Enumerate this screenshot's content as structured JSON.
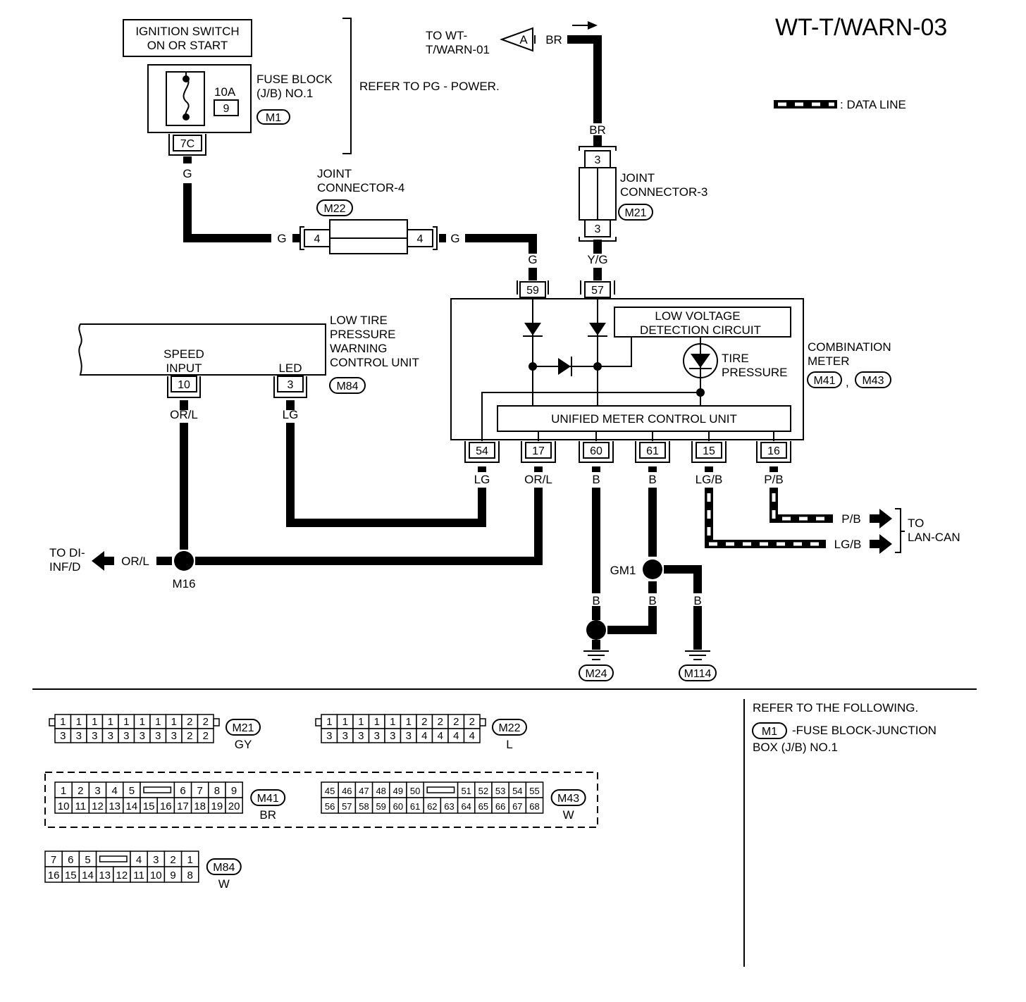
{
  "diagram": {
    "title": "WT-T/WARN-03",
    "legend": {
      "data_line": ": DATA LINE"
    },
    "ignition": {
      "line1": "IGNITION SWITCH",
      "line2": "ON OR START"
    },
    "fuse_block": {
      "label1": "FUSE BLOCK",
      "label2": "(J/B) NO.1",
      "amp": "10A",
      "fuse_no": "9",
      "conn": "M1",
      "pin": "7C"
    },
    "refer_pg": "REFER TO  PG - POWER.",
    "to_warn01": {
      "line1": "TO WT-",
      "line2": "T/WARN-01",
      "letter": "A"
    },
    "joint4": {
      "line1": "JOINT",
      "line2": "CONNECTOR-4",
      "conn": "M22",
      "pin_l": "4",
      "pin_r": "4"
    },
    "joint3": {
      "line1": "JOINT",
      "line2": "CONNECTOR-3",
      "conn": "M21",
      "pin_t": "3",
      "pin_b": "3"
    },
    "ltpw": {
      "line1": "LOW TIRE",
      "line2": "PRESSURE",
      "line3": "WARNING",
      "line4": "CONTROL UNIT",
      "conn": "M84",
      "speed1": "SPEED",
      "speed2": "INPUT",
      "led": "LED",
      "pin_speed": "10",
      "pin_led": "3"
    },
    "meter": {
      "line1": "COMBINATION",
      "line2": "METER",
      "conn1": "M41",
      "sep": ",",
      "conn2": "M43",
      "lvd1": "LOW VOLTAGE",
      "lvd2": "DETECTION CIRCUIT",
      "tp1": "TIRE",
      "tp2": "PRESSURE",
      "umcu": "UNIFIED METER CONTROL UNIT"
    },
    "wires": {
      "G": "G",
      "BR": "BR",
      "YG": "Y/G",
      "ORL": "OR/L",
      "LG": "LG",
      "B": "B",
      "LGB": "LG/B",
      "PB": "P/B"
    },
    "pins": {
      "p59": "59",
      "p57": "57",
      "p54": "54",
      "p17": "17",
      "p60": "60",
      "p61": "61",
      "p15": "15",
      "p16": "16"
    },
    "to_di": {
      "line1": "TO DI-",
      "line2": "INF/D"
    },
    "m16": "M16",
    "gm1": "GM1",
    "to_lan": {
      "line1": "TO",
      "line2": "LAN-CAN"
    },
    "grounds": {
      "g1": "M24",
      "g2": "M114"
    },
    "refer_following": {
      "line1": "REFER TO THE FOLLOWING.",
      "conn": "M1",
      "line2": "-FUSE BLOCK-JUNCTION",
      "line3": "BOX (J/B) NO.1"
    },
    "connectors": {
      "m21": {
        "name": "M21",
        "color": "GY",
        "top": [
          "1",
          "1",
          "1",
          "1",
          "1",
          "1",
          "1",
          "1",
          "2",
          "2"
        ],
        "bottom": [
          "3",
          "3",
          "3",
          "3",
          "3",
          "3",
          "3",
          "3",
          "2",
          "2"
        ]
      },
      "m22": {
        "name": "M22",
        "color": "L",
        "top": [
          "1",
          "1",
          "1",
          "1",
          "1",
          "1",
          "2",
          "2",
          "2",
          "2"
        ],
        "bottom": [
          "3",
          "3",
          "3",
          "3",
          "3",
          "3",
          "4",
          "4",
          "4",
          "4"
        ]
      },
      "m41": {
        "name": "M41",
        "color": "BR",
        "top_l": [
          "1",
          "2",
          "3",
          "4",
          "5"
        ],
        "top_r": [
          "6",
          "7",
          "8",
          "9"
        ],
        "bottom": [
          "10",
          "11",
          "12",
          "13",
          "14",
          "15",
          "16",
          "17",
          "18",
          "19",
          "20"
        ]
      },
      "m43": {
        "name": "M43",
        "color": "W",
        "top_l": [
          "45",
          "46",
          "47",
          "48",
          "49",
          "50"
        ],
        "top_r": [
          "51",
          "52",
          "53",
          "54",
          "55"
        ],
        "bottom": [
          "56",
          "57",
          "58",
          "59",
          "60",
          "61",
          "62",
          "63",
          "64",
          "65",
          "66",
          "67",
          "68"
        ]
      },
      "m84": {
        "name": "M84",
        "color": "W",
        "top_l": [
          "7",
          "6",
          "5"
        ],
        "top_r": [
          "4",
          "3",
          "2",
          "1"
        ],
        "bottom": [
          "16",
          "15",
          "14",
          "13",
          "12",
          "11",
          "10",
          "9",
          "8"
        ]
      }
    }
  }
}
